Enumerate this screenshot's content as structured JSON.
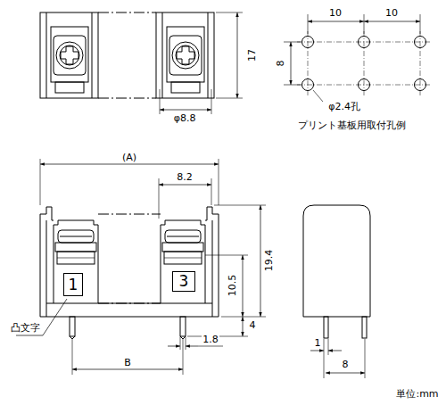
{
  "diagram": {
    "nodes": [
      {
        "text": [
          "1"
        ]
      },
      {
        "text": [
          "3"
        ]
      }
    ],
    "labels": [
      "10",
      "10",
      "8",
      "φ2.4孔",
      "プリント基板用取付孔例",
      "17",
      "φ8.8",
      "(A)",
      "8.2",
      "19.4",
      "10.5",
      "4",
      "凸文字",
      "1.8",
      "B",
      "1",
      "8",
      "単位:mm"
    ]
  }
}
